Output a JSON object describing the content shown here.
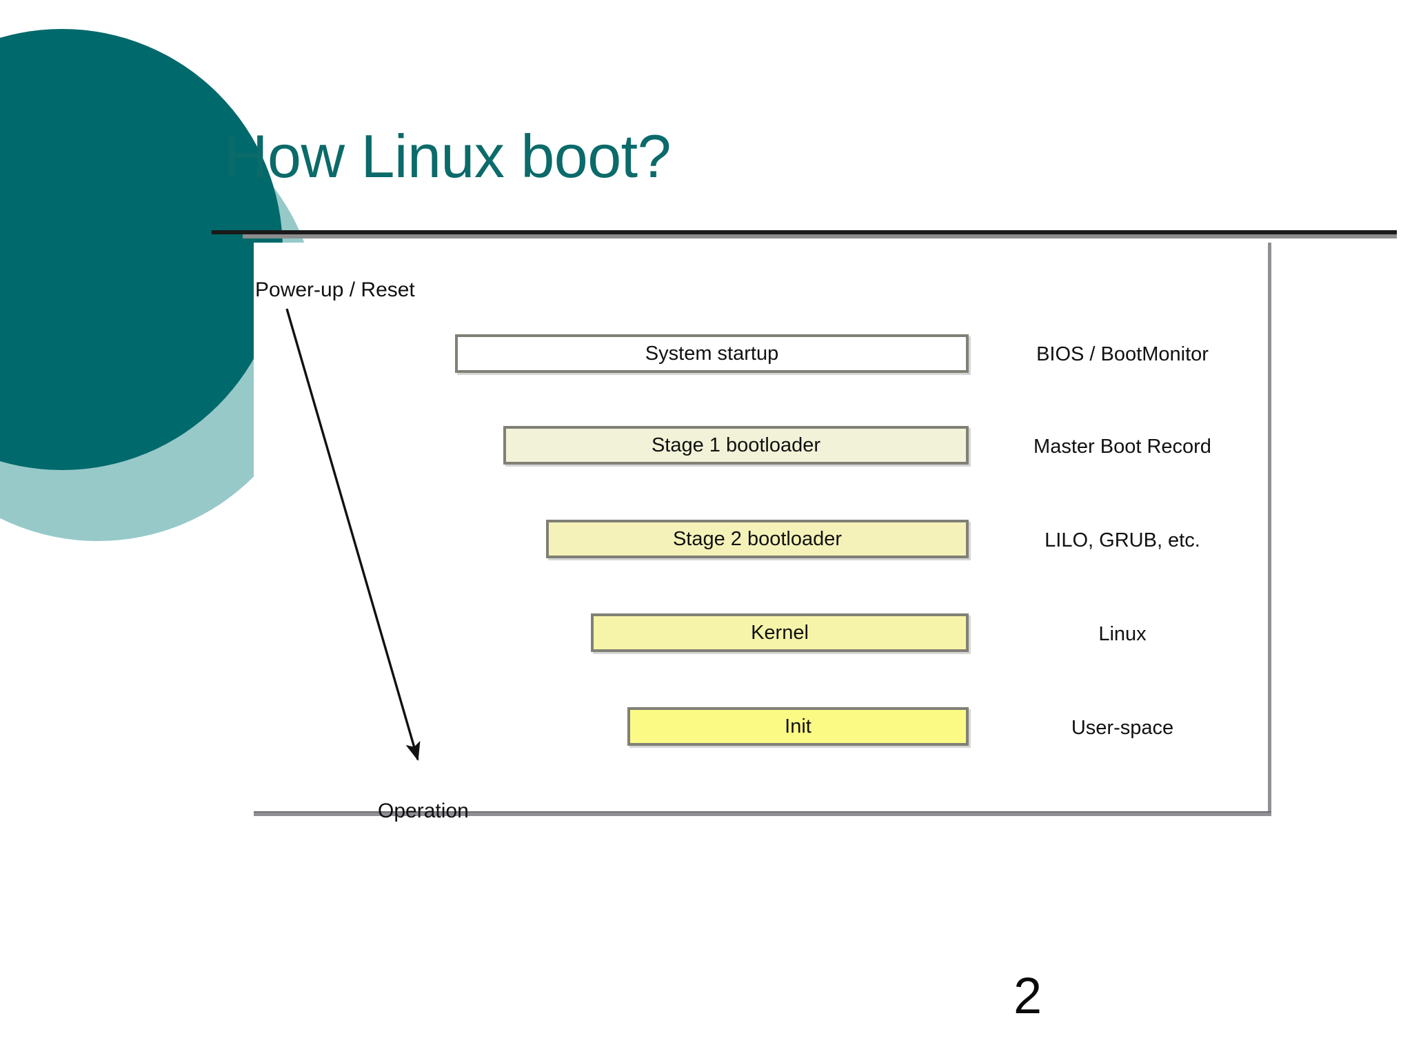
{
  "slide": {
    "title": "How Linux boot?",
    "page_number": "2",
    "accent_color_dark": "#00696b",
    "accent_color_light": "#97c9c9",
    "title_color": "#0b6a6a"
  },
  "diagram": {
    "caption_start": "Power-up / Reset",
    "caption_end": "Operation",
    "stages": [
      {
        "label": "System startup",
        "annotation": "BIOS / BootMonitor",
        "fill": "#ffffff"
      },
      {
        "label": "Stage 1 bootloader",
        "annotation": "Master Boot Record",
        "fill": "#f2f2d8"
      },
      {
        "label": "Stage 2 bootloader",
        "annotation": "LILO, GRUB, etc.",
        "fill": "#f4f2b8"
      },
      {
        "label": "Kernel",
        "annotation": "Linux",
        "fill": "#f6f4a8"
      },
      {
        "label": "Init",
        "annotation": "User-space",
        "fill": "#fbfa85"
      }
    ]
  }
}
